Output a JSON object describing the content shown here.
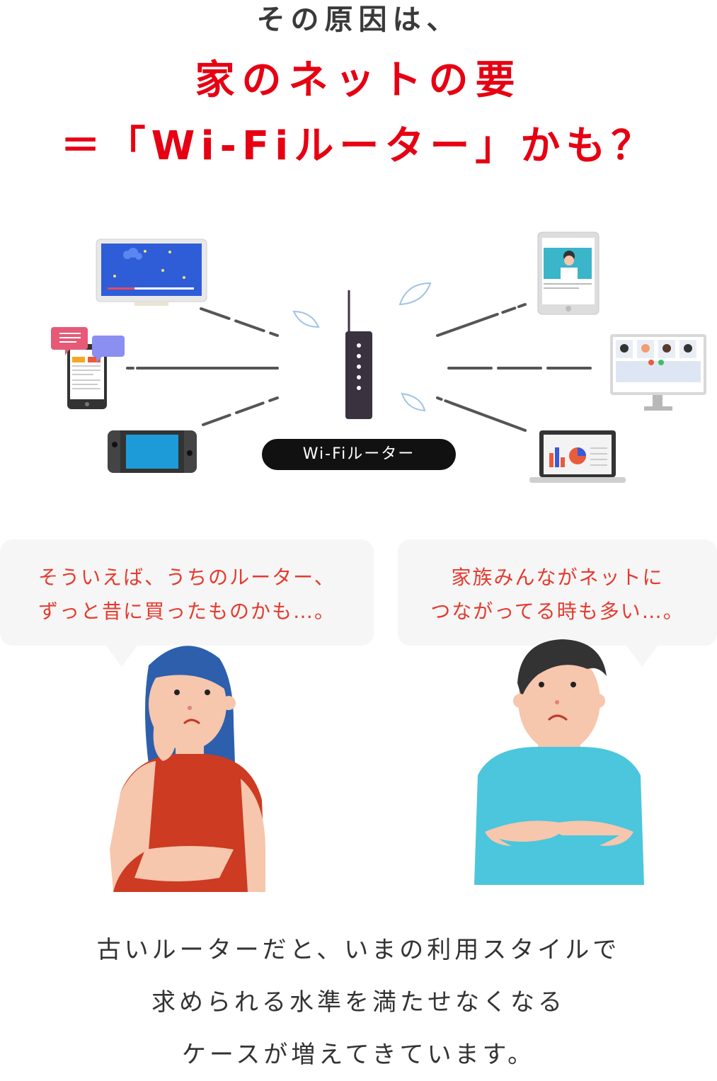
{
  "headline": {
    "lead": "その原因は、",
    "line1": "家のネットの要",
    "line2": "＝「Wi-Fiルーター」かも？"
  },
  "diagram": {
    "router_label": "Wi-Fiルーター"
  },
  "bubbles": {
    "left": {
      "line1": "そういえば、うちのルーター、",
      "line2": "ずっと昔に買ったものかも…。"
    },
    "right": {
      "line1": "家族みんながネットに",
      "line2": "つながってる時も多い…。"
    }
  },
  "conclusion": {
    "line1": "古いルーターだと、いまの利用スタイルで",
    "line2": "求められる水準を満たせなくなる",
    "line3": "ケースが増えてきています。"
  },
  "colors": {
    "accent": "#e60012",
    "bubble_text": "#e63a2e",
    "body_text": "#333333",
    "woman_hair": "#2d5fad",
    "woman_top": "#cc3b22",
    "man_shirt": "#4bc6dc",
    "skin": "#f6c6ad"
  }
}
